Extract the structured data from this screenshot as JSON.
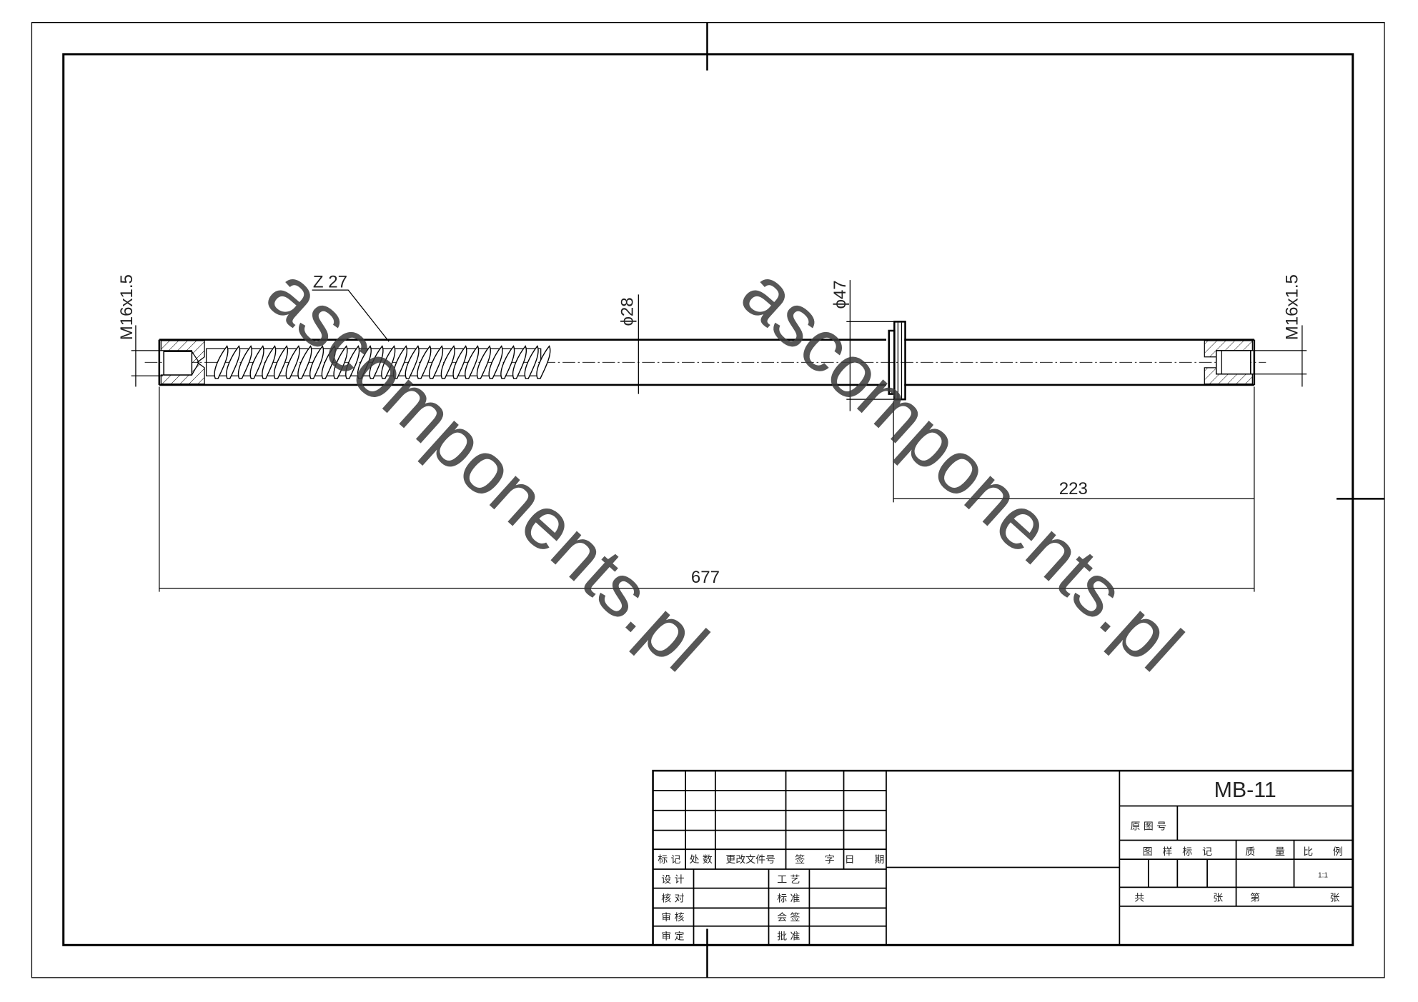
{
  "drawing": {
    "part_number": "MB-11",
    "watermark": "ascomponents.pl",
    "dimensions": {
      "thread_left": "M16x1.5",
      "thread_right": "M16x1.5",
      "worm_label": "Z 27",
      "diameter_shaft": "ϕ28",
      "diameter_flange": "ϕ47",
      "length_flange_to_end": "223",
      "overall_length": "677"
    }
  },
  "title_block": {
    "revision_headers": [
      "标 记",
      "处 数",
      "更改文件号",
      "签　　字",
      "日　　期"
    ],
    "left_roles": [
      "设 计",
      "核 对",
      "审 核",
      "审 定"
    ],
    "right_roles": [
      "工 艺",
      "标 准",
      "会 签",
      "批 准"
    ],
    "original_drawing_no": "原 图 号",
    "headers": {
      "pattern_mark": "图　样　标　记",
      "mass": "质　　量",
      "scale": "比　　例"
    },
    "scale_value": "1:1",
    "total_label": "共",
    "sheet_label": "张",
    "sheet_no_label": "第",
    "sheet_label_2": "张"
  }
}
